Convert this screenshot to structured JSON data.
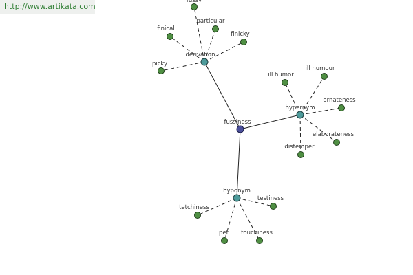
{
  "header": {
    "url": "http://www.artikata.com"
  },
  "graph": {
    "center": "fussiness",
    "hubs": [
      "derivation",
      "hypernym",
      "hyponym"
    ],
    "leaves": {
      "derivation": [
        "fussy",
        "particular",
        "finical",
        "finicky",
        "picky"
      ],
      "hypernym": [
        "ill humor",
        "ill humour",
        "ornateness",
        "elaborateness",
        "distemper"
      ],
      "hyponym": [
        "tetchiness",
        "testiness",
        "pet",
        "touchiness"
      ]
    }
  }
}
